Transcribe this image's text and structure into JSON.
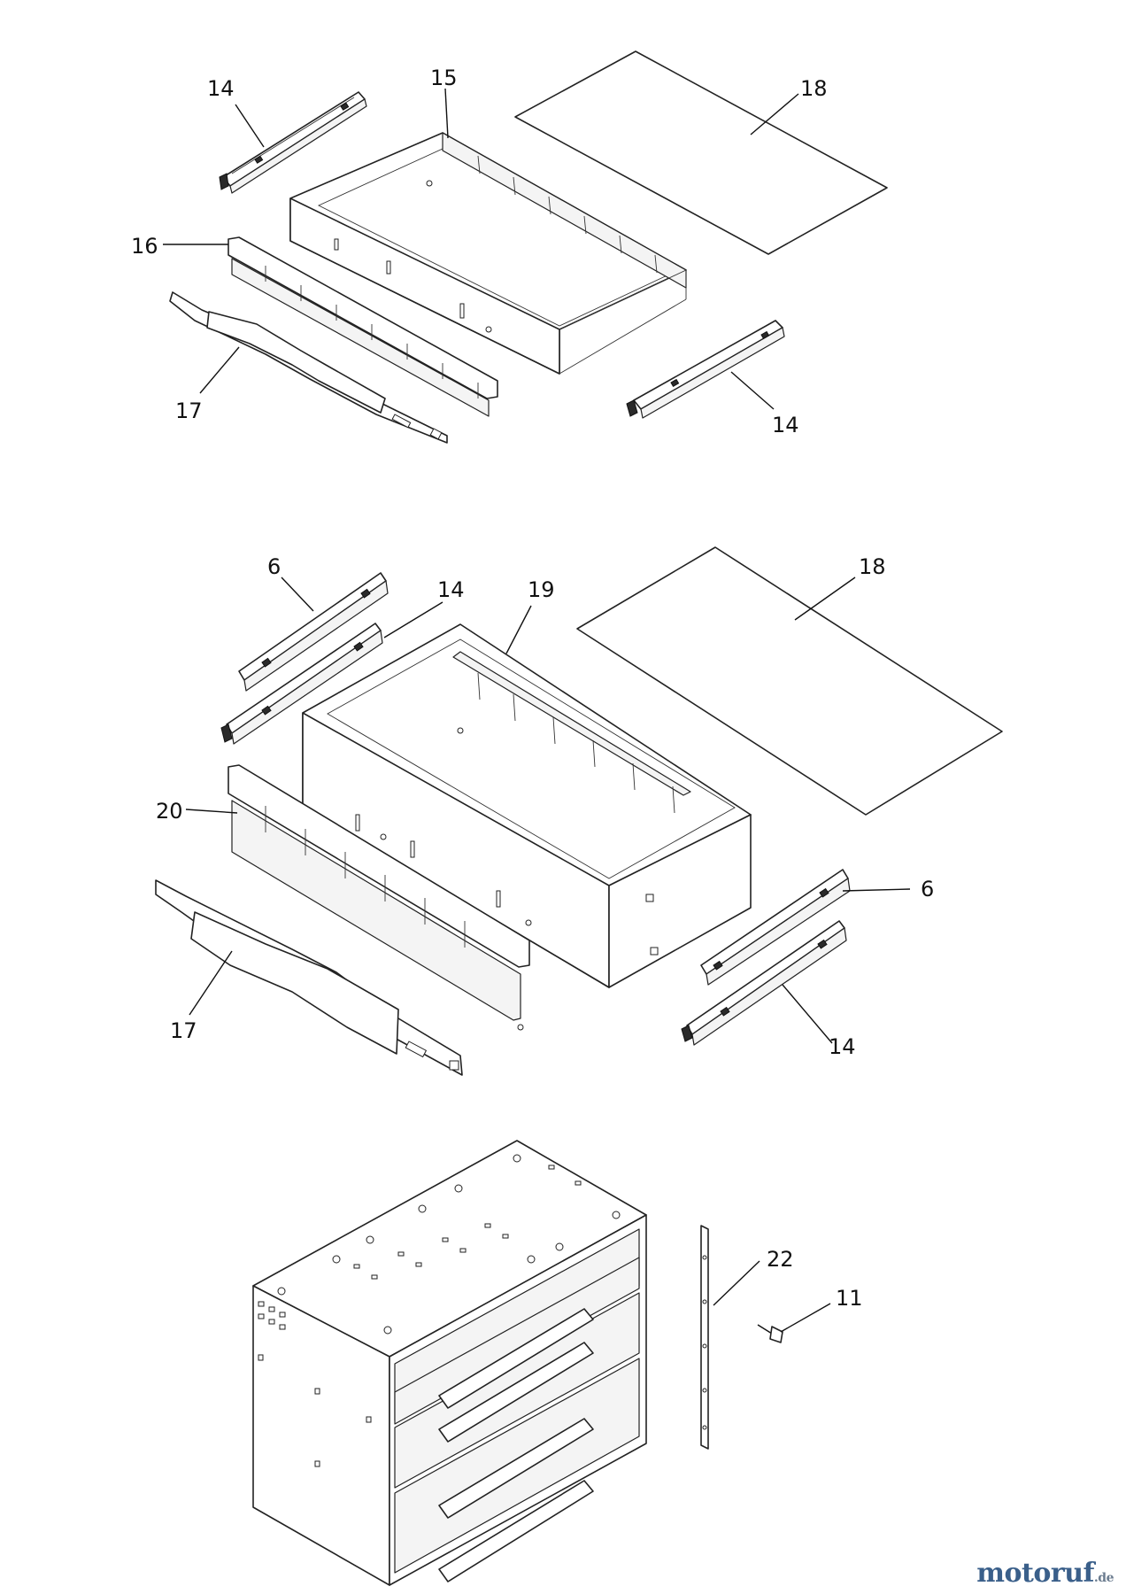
{
  "diagram": {
    "labels": [
      {
        "id": "l14a",
        "text": "14"
      },
      {
        "id": "l15",
        "text": "15"
      },
      {
        "id": "l18a",
        "text": "18"
      },
      {
        "id": "l16",
        "text": "16"
      },
      {
        "id": "l17a",
        "text": "17"
      },
      {
        "id": "l14b",
        "text": "14"
      },
      {
        "id": "l6a",
        "text": "6"
      },
      {
        "id": "l14c",
        "text": "14"
      },
      {
        "id": "l19",
        "text": "19"
      },
      {
        "id": "l18b",
        "text": "18"
      },
      {
        "id": "l20",
        "text": "20"
      },
      {
        "id": "l6b",
        "text": "6"
      },
      {
        "id": "l17b",
        "text": "17"
      },
      {
        "id": "l14d",
        "text": "14"
      },
      {
        "id": "l22",
        "text": "22"
      },
      {
        "id": "l11",
        "text": "11"
      }
    ]
  },
  "watermark": {
    "main": "motoruf",
    "tld": ".de"
  }
}
